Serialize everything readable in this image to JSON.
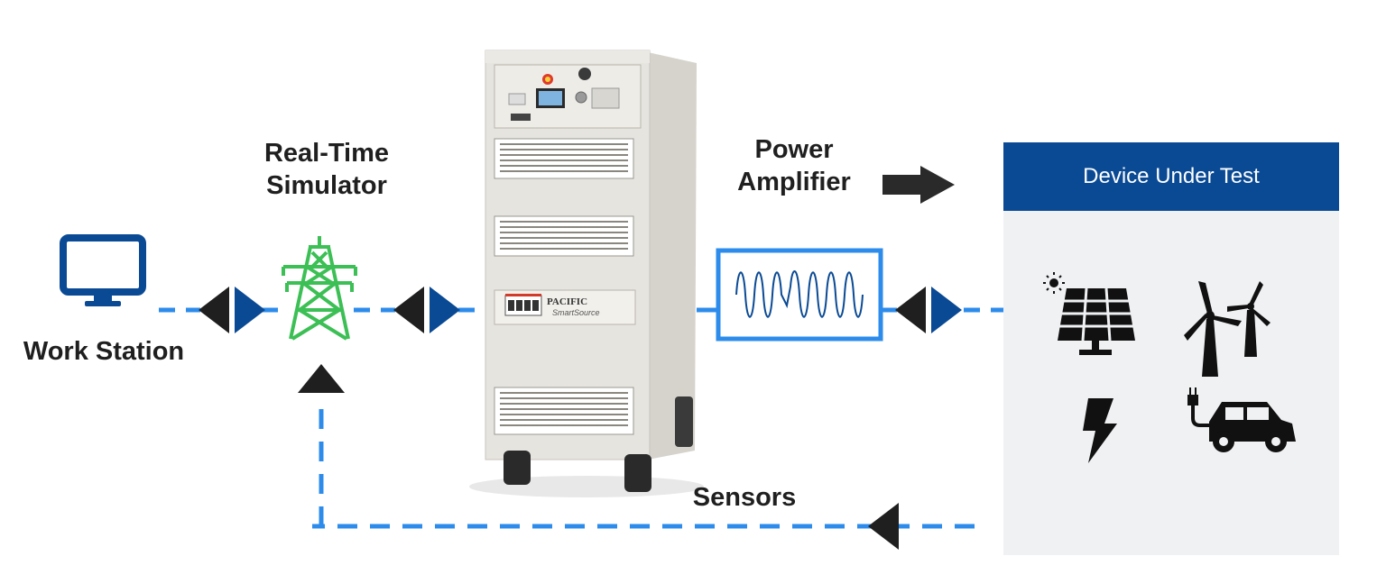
{
  "labels": {
    "work_station": "Work Station",
    "real_time_simulator": "Real-Time Simulator",
    "power_amplifier": "Power Amplifier",
    "sensors": "Sensors"
  },
  "device_under_test": {
    "title": "Device Under Test",
    "icons": [
      "solar-panel-icon",
      "wind-turbine-icon",
      "lightning-bolt-icon",
      "electric-car-icon"
    ]
  },
  "cabinet": {
    "brand": "PACIFIC",
    "product": "SmartSource"
  },
  "colors": {
    "link_blue": "#2d8ceb",
    "navy": "#0a4a94",
    "tower_green": "#3cbf55",
    "arrow_dark": "#1f1f1f",
    "panel_bg": "#f0f1f3"
  }
}
